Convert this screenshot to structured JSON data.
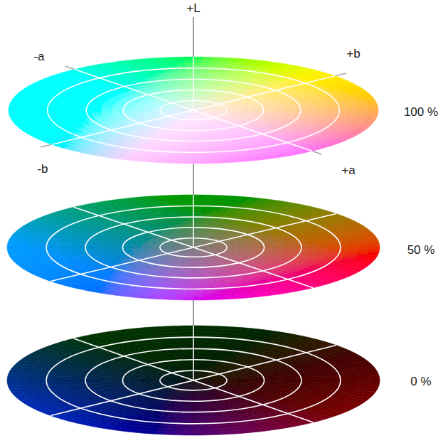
{
  "diagram": {
    "labels": [
      "+L",
      "-a",
      "+b",
      "-b",
      "+a",
      "100 %",
      "50 %",
      "0 %"
    ]
  }
}
